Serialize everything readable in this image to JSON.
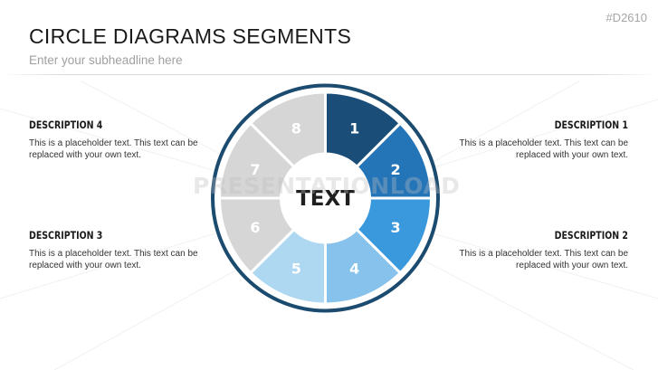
{
  "tag": "#D2610",
  "title": "CIRCLE DIAGRAMS SEGMENTS",
  "subtitle": "Enter your subheadline here",
  "watermark": "PRESENTATIONLOAD",
  "center_text": "TEXT",
  "colors": {
    "ring": "#1c4b70",
    "segments": [
      "#1a4d78",
      "#2474b8",
      "#3a98dd",
      "#86c2eb",
      "#aed7f2",
      "#d6d6d6",
      "#d6d6d6",
      "#d6d6d6"
    ]
  },
  "segments": [
    {
      "label": "1"
    },
    {
      "label": "2"
    },
    {
      "label": "3"
    },
    {
      "label": "4"
    },
    {
      "label": "5"
    },
    {
      "label": "6"
    },
    {
      "label": "7"
    },
    {
      "label": "8"
    }
  ],
  "descriptions": {
    "d1": {
      "title": "DESCRIPTION 1",
      "text": "This is a placeholder text. This text can be replaced with your own text."
    },
    "d2": {
      "title": "DESCRIPTION 2",
      "text": "This is a placeholder text. This text can be replaced with your own text."
    },
    "d3": {
      "title": "DESCRIPTION 3",
      "text": "This is a placeholder text. This text can be replaced with your own text."
    },
    "d4": {
      "title": "DESCRIPTION 4",
      "text": "This is a placeholder text. This text can be replaced with your own text."
    }
  }
}
